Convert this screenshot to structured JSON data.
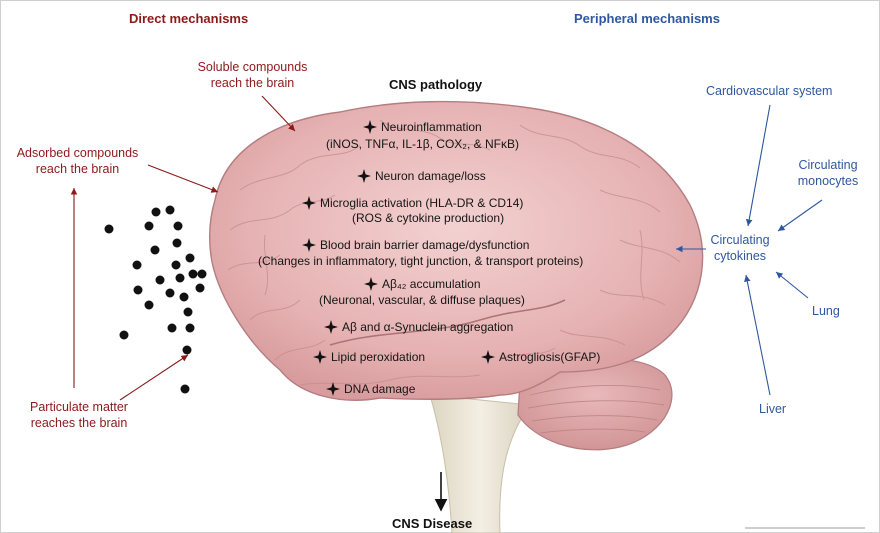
{
  "headers": {
    "direct": "Direct mechanisms",
    "peripheral": "Peripheral mechanisms",
    "cns_pathology": "CNS pathology",
    "cns_disease": "CNS Disease"
  },
  "direct": {
    "soluble": [
      "Soluble compounds",
      "reach the brain"
    ],
    "adsorbed": [
      "Adsorbed compounds",
      "reach the brain"
    ],
    "particulate": [
      "Particulate matter",
      "reaches the brain"
    ]
  },
  "peripheral": {
    "cardiovascular": "Cardiovascular system",
    "monocytes": [
      "Circulating",
      "monocytes"
    ],
    "cytokines": [
      "Circulating",
      "cytokines"
    ],
    "lung": "Lung",
    "liver": "Liver"
  },
  "pathology": {
    "neuroinflammation": [
      "Neuroinflammation",
      "(iNOS, TNFα, IL-1β, COX₂, & NFκB)"
    ],
    "neuron_damage": "Neuron damage/loss",
    "microglia": [
      "Microglia activation (HLA-DR & CD14)",
      "(ROS & cytokine production)"
    ],
    "bbb": [
      "Blood brain barrier damage/dysfunction",
      "(Changes in inflammatory, tight junction, & transport proteins)"
    ],
    "abeta42": [
      "Aβ₄₂ accumulation",
      "(Neuronal, vascular, & diffuse plaques)"
    ],
    "aggregation": "Aβ and α-Synuclein aggregation",
    "lipid": "Lipid peroxidation",
    "astrogliosis": "Astrogliosis(GFAP)",
    "dna": "DNA damage"
  },
  "colors": {
    "direct": "#8b1a1a",
    "peripheral": "#2f57a0",
    "brain_fill": "#e8b9b9",
    "brain_stroke": "#b47d80",
    "stem_fill": "#ece6d8"
  },
  "icons": {
    "pathology_marker": "four-point-star-icon",
    "particle": "filled-circle"
  }
}
